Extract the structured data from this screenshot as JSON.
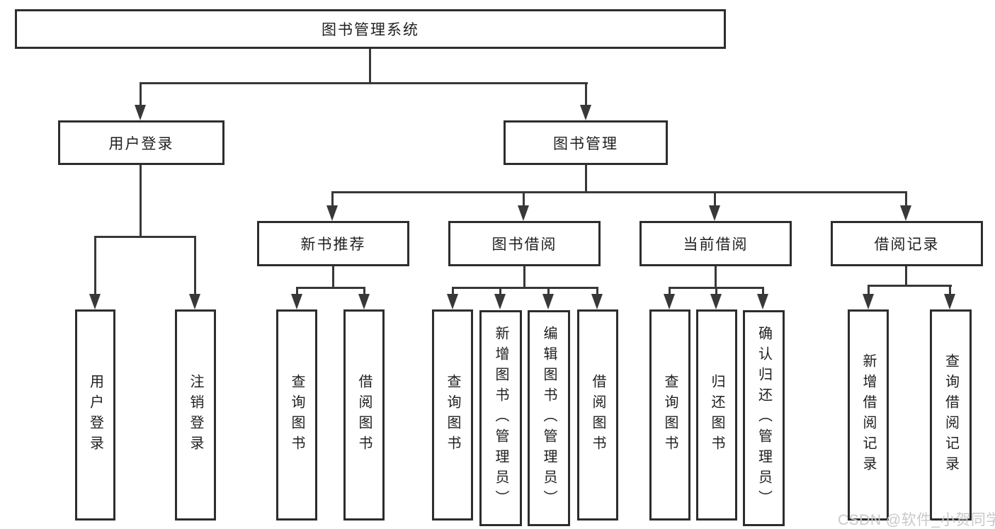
{
  "diagram": {
    "title": "图书管理系统",
    "level2": {
      "user_login": "用户登录",
      "book_mgmt": "图书管理"
    },
    "level3": {
      "new_book": "新书推荐",
      "borrow": "图书借阅",
      "current": "当前借阅",
      "records": "借阅记录"
    },
    "leaves": {
      "user_login_login": "用户登录",
      "user_login_logout": "注销登录",
      "new_book_query": "查询图书",
      "new_book_borrow": "借阅图书",
      "borrow_query": "查询图书",
      "borrow_add": "新增图书（管理员）",
      "borrow_edit": "编辑图书（管理员）",
      "borrow_lend": "借阅图书",
      "current_query": "查询图书",
      "current_return": "归还图书",
      "current_confirm": "确认归还（管理员）",
      "records_add": "新增借阅记录",
      "records_query": "查询借阅记录"
    }
  },
  "watermark": "CSDN @软件_小贺同学",
  "colors": {
    "line": "#383838",
    "border": "#2d2d2d",
    "background": "#ffffff",
    "text": "#1f1f1f",
    "watermark": "#c9c9c9"
  }
}
